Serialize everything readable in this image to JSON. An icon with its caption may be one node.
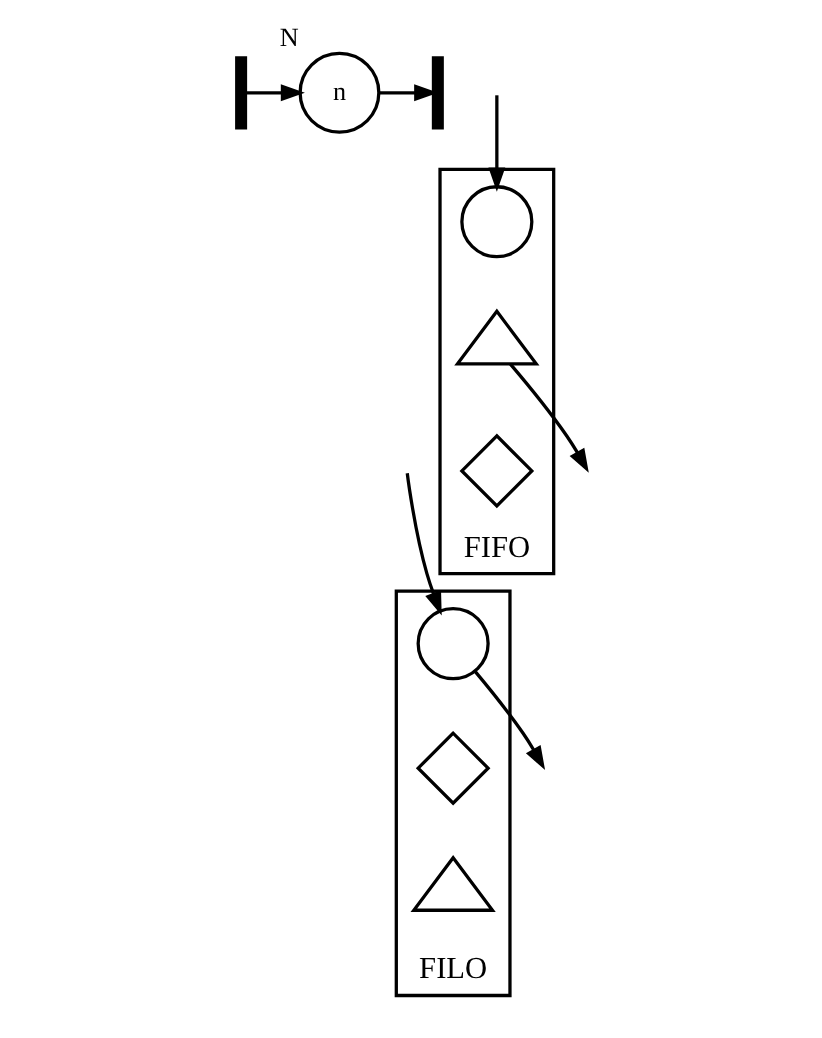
{
  "diagram": {
    "nodes": [
      {
        "text": [],
        "shape": "bar"
      },
      {
        "text": [
          "n"
        ],
        "beside": [
          "N"
        ]
      },
      {
        "text": [],
        "shape": "bar"
      },
      {
        "text": [
          "FIFO"
        ]
      },
      {
        "text": [],
        "shape": "circle",
        "in": 3
      },
      {
        "text": [],
        "shape": "triangle",
        "in": 3
      },
      {
        "text": [],
        "shape": "diamond",
        "in": 3
      },
      {
        "text": [
          "FILO"
        ]
      },
      {
        "text": [],
        "shape": "circle",
        "in": 7
      },
      {
        "text": [],
        "shape": "diamond",
        "in": 7
      },
      {
        "text": [],
        "shape": "triangle",
        "in": 7
      }
    ],
    "edges": [
      {
        "from": 0,
        "to": 1,
        "arrow": "to"
      },
      {
        "from": 1,
        "to": 2,
        "arrow": "to"
      },
      {
        "from": null,
        "to": 4,
        "arrow": "to"
      },
      {
        "from": 5,
        "to": null,
        "arrow": "to"
      },
      {
        "from": null,
        "to": 8,
        "arrow": "to"
      },
      {
        "from": 8,
        "to": null,
        "arrow": "to"
      }
    ]
  }
}
